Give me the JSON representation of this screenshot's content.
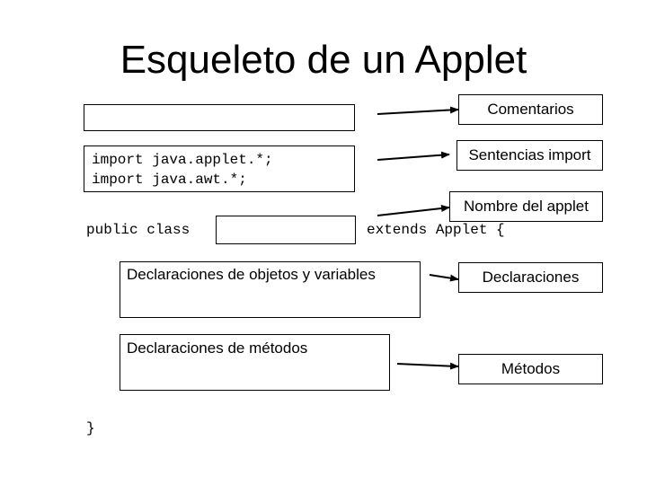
{
  "title": "Esqueleto de un Applet",
  "code": {
    "import_line_1": "import java.applet.*;",
    "import_line_2": "import java.awt.*;",
    "public_class": "public class",
    "extends": "extends Applet {",
    "closing_brace": "}"
  },
  "sections": {
    "declarations_objects": "Declaraciones de objetos y variables",
    "declarations_methods": "Declaraciones de métodos"
  },
  "labels": {
    "comments": "Comentarios",
    "imports": "Sentencias import",
    "applet_name": "Nombre del applet",
    "declarations": "Declaraciones",
    "methods": "Métodos"
  }
}
